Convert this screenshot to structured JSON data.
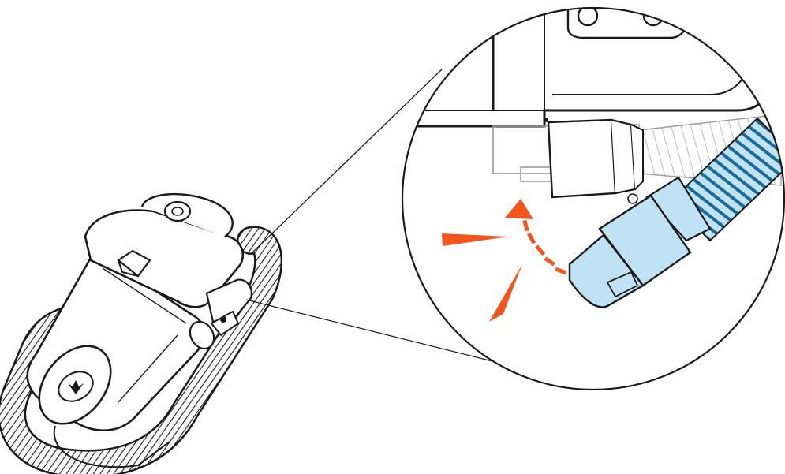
{
  "colors": {
    "line": "#1a1a1a",
    "outline_light": "#8c8c8c",
    "hose_blue": "#bfe3f5",
    "hose_blue_dark": "#1c6a99",
    "accent_orange": "#f0561e",
    "background": "#ffffff"
  },
  "icons": {
    "detail_callout": "magnifier-circle",
    "motion_hint": "curved-arrow-up",
    "impact_hint": "click-rays"
  }
}
